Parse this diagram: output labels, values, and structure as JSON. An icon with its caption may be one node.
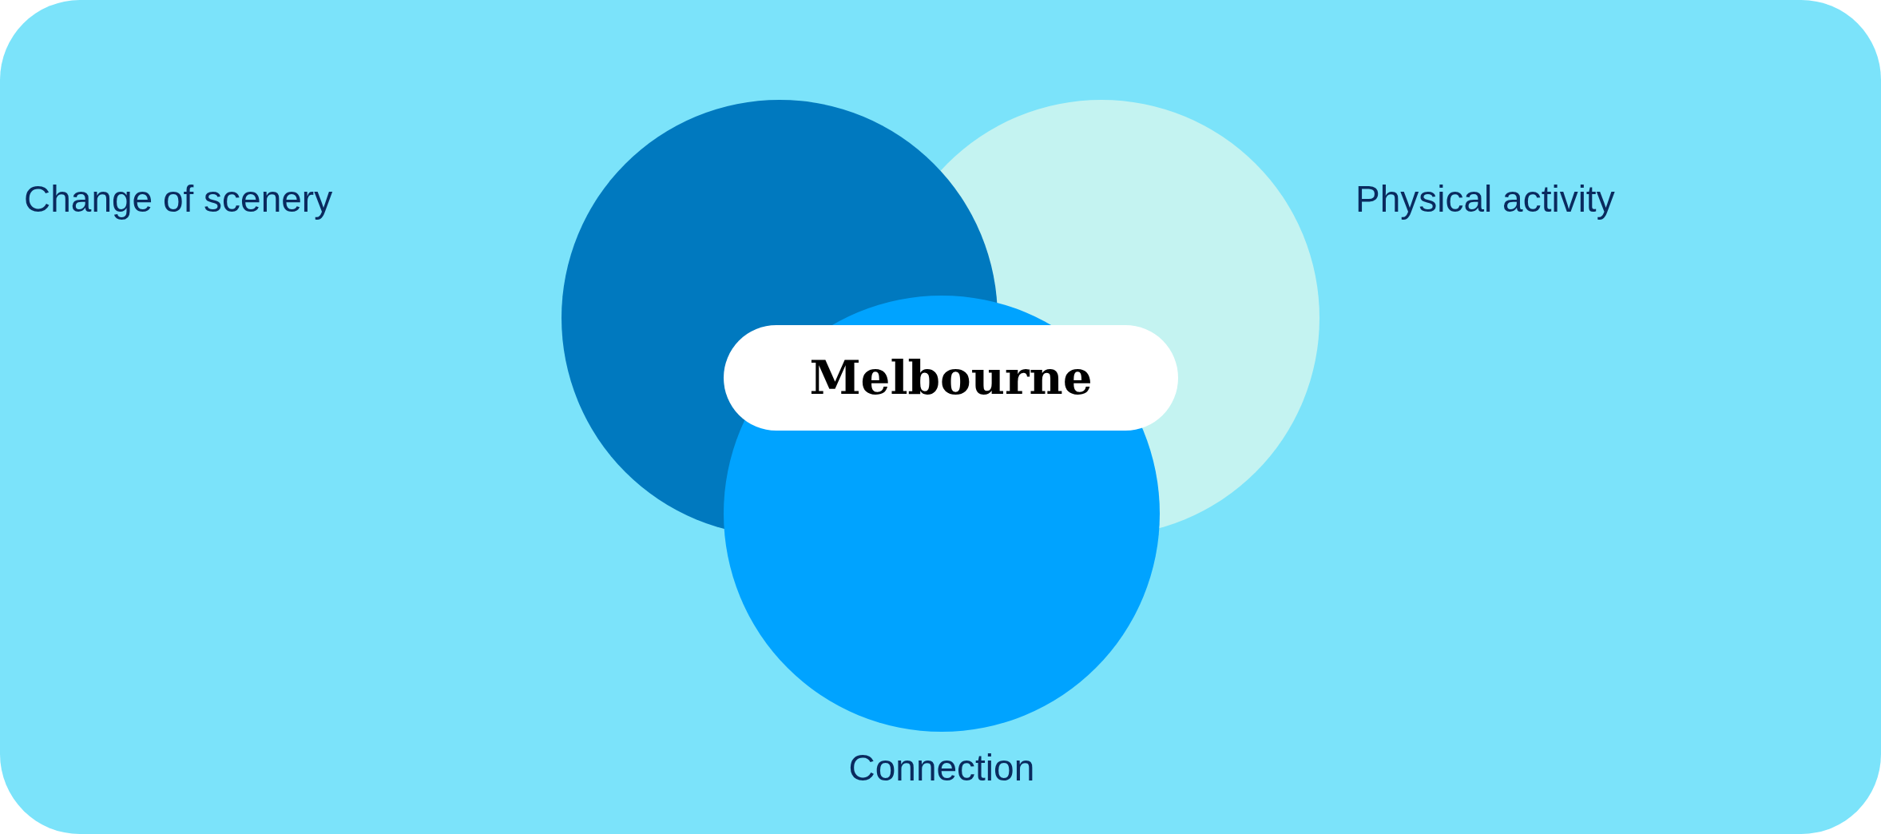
{
  "diagram": {
    "nodes": [
      {
        "text": [
          "Melbourne"
        ]
      }
    ],
    "edges": [],
    "labels": [
      "Change of scenery",
      "Physical activity",
      "Connection"
    ]
  }
}
